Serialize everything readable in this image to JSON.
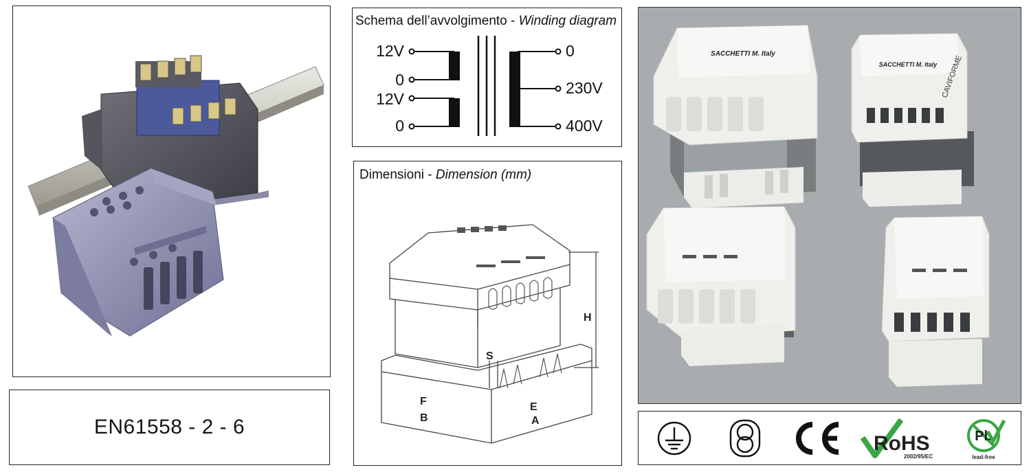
{
  "standard": {
    "code": "EN61558 - 2 - 6"
  },
  "winding": {
    "caption_it": "Schema dell’avvolgimento - ",
    "caption_en": "Winding diagram",
    "secondary": [
      "12V",
      "0",
      "12V",
      "0"
    ],
    "primary": [
      "0",
      "230V",
      "400V"
    ]
  },
  "dimension": {
    "caption_it": "Dimensioni - ",
    "caption_en": "Dimension (mm)",
    "labels": {
      "H": "H",
      "S": "S",
      "F": "F",
      "B": "B",
      "E": "E",
      "A": "A"
    }
  },
  "photo": {
    "brand": "SACCHETTI M. Italy",
    "brand_short": "SACCHETTI M. Italy",
    "handwritten": "CAVIFORME"
  },
  "certifications": {
    "icons": [
      "earth-ground-icon",
      "safety-transformer-icon",
      "ce-mark-icon",
      "rohs-icon",
      "lead-free-icon"
    ],
    "ce": "CE",
    "rohs": "RoHS",
    "rohs_sub": "2002/95/EC",
    "pb": "Pb",
    "pb_sub": "lead-free"
  },
  "colors": {
    "housing": "#8f90b0",
    "ce_black": "#111111",
    "rohs_green": "#3aa646",
    "photo_bg": "#a9acae"
  }
}
